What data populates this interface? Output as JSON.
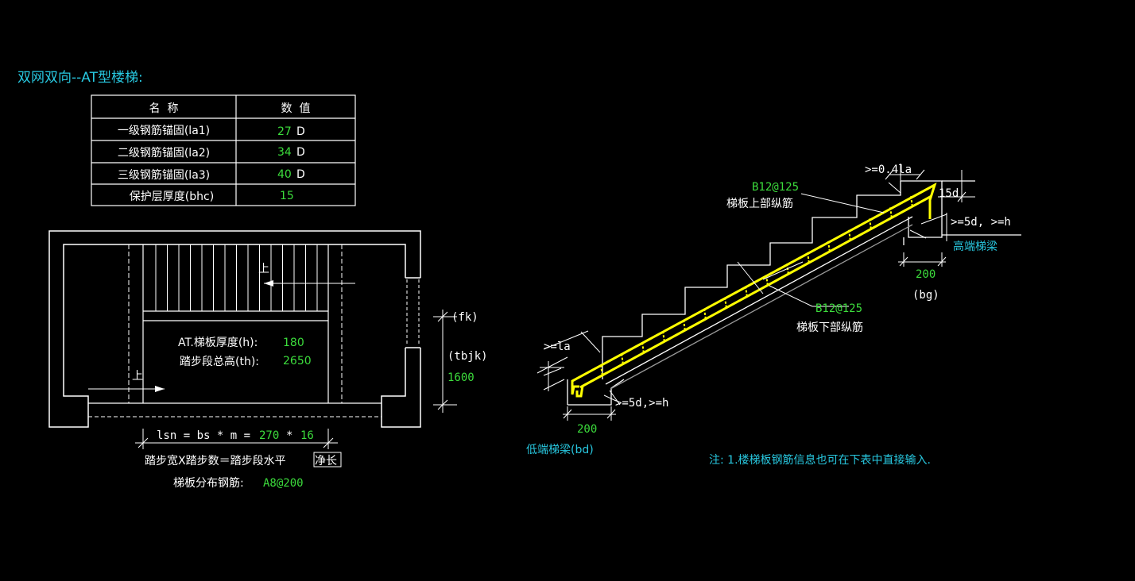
{
  "title": "双网双向--AT型楼梯:",
  "table": {
    "headers": [
      "名  称",
      "数  值"
    ],
    "rows": [
      {
        "label": "一级钢筋锚固(la1)",
        "value": "27",
        "unit": "D"
      },
      {
        "label": "二级钢筋锚固(la2)",
        "value": "34",
        "unit": "D"
      },
      {
        "label": "三级钢筋锚固(la3)",
        "value": "40",
        "unit": "D"
      },
      {
        "label": "保护层厚度(bhc)",
        "value": "15",
        "unit": ""
      }
    ]
  },
  "plan": {
    "up1": "上",
    "up2": "上",
    "thickness_label": "AT.梯板厚度(h):",
    "thickness_value": "180",
    "height_label": "踏步段总高(th):",
    "height_value": "2650",
    "fk": "(fk)",
    "tbjk": "(tbjk)",
    "width_value": "1600",
    "lsn_label": "lsn = bs * m =",
    "bs_value": "270",
    "mul": "*",
    "m_value": "16",
    "formula_text": "踏步宽X踏步数＝踏步段水平",
    "formula_box": "净长",
    "dist_label": "梯板分布钢筋:",
    "dist_value": "A8@200"
  },
  "section": {
    "ge04la": ">=0.4la",
    "d15": "15d",
    "ge5d_h_right": ">=5d, >=h",
    "top_bar_value": "B12@125",
    "top_bar_label": "梯板上部纵筋",
    "high_beam": "高端梯梁",
    "high_beam_width": "200",
    "bg": "(bg)",
    "bottom_bar_value": "B12@125",
    "bottom_bar_label": "梯板下部纵筋",
    "gela": ">=la",
    "ge5d_h_left": ">=5d,>=h",
    "low_beam_width": "200",
    "low_beam": "低端梯梁(bd)"
  },
  "note": "注: 1.楼梯板钢筋信息也可在下表中直接输入.",
  "colors": {
    "background": "#000000",
    "line": "#ffffff",
    "cyan": "#28c8e0",
    "green": "#3cdc3c",
    "yellow": "#ffff00",
    "gray": "#9a9a9a"
  }
}
